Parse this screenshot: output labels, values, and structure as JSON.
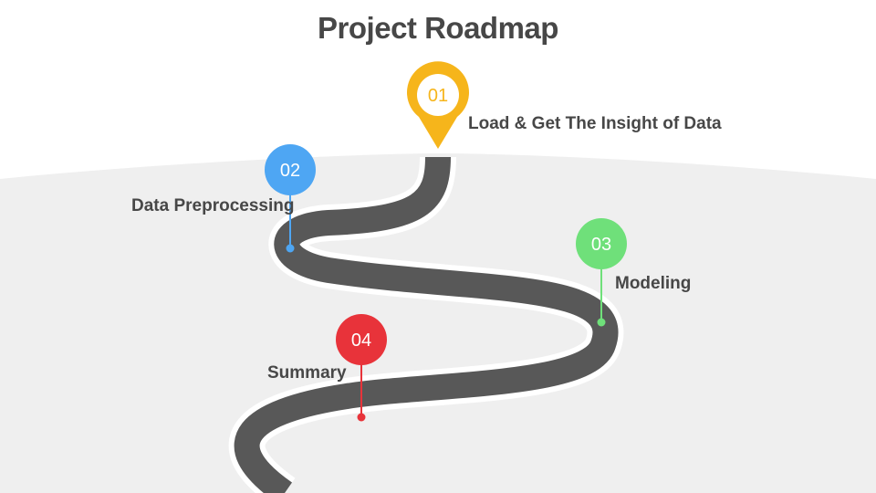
{
  "title": "Project Roadmap",
  "colors": {
    "ground": "#efefef",
    "road": "#585858",
    "road_edge": "#ffffff",
    "text": "#474747",
    "step1": "#f6b51b",
    "step2": "#4ea6f3",
    "step3": "#6fe07a",
    "step4": "#e8333a"
  },
  "steps": [
    {
      "number": "01",
      "label": "Load & Get The Insight of Data"
    },
    {
      "number": "02",
      "label": "Data Preprocessing"
    },
    {
      "number": "03",
      "label": "Modeling"
    },
    {
      "number": "04",
      "label": "Summary"
    }
  ]
}
